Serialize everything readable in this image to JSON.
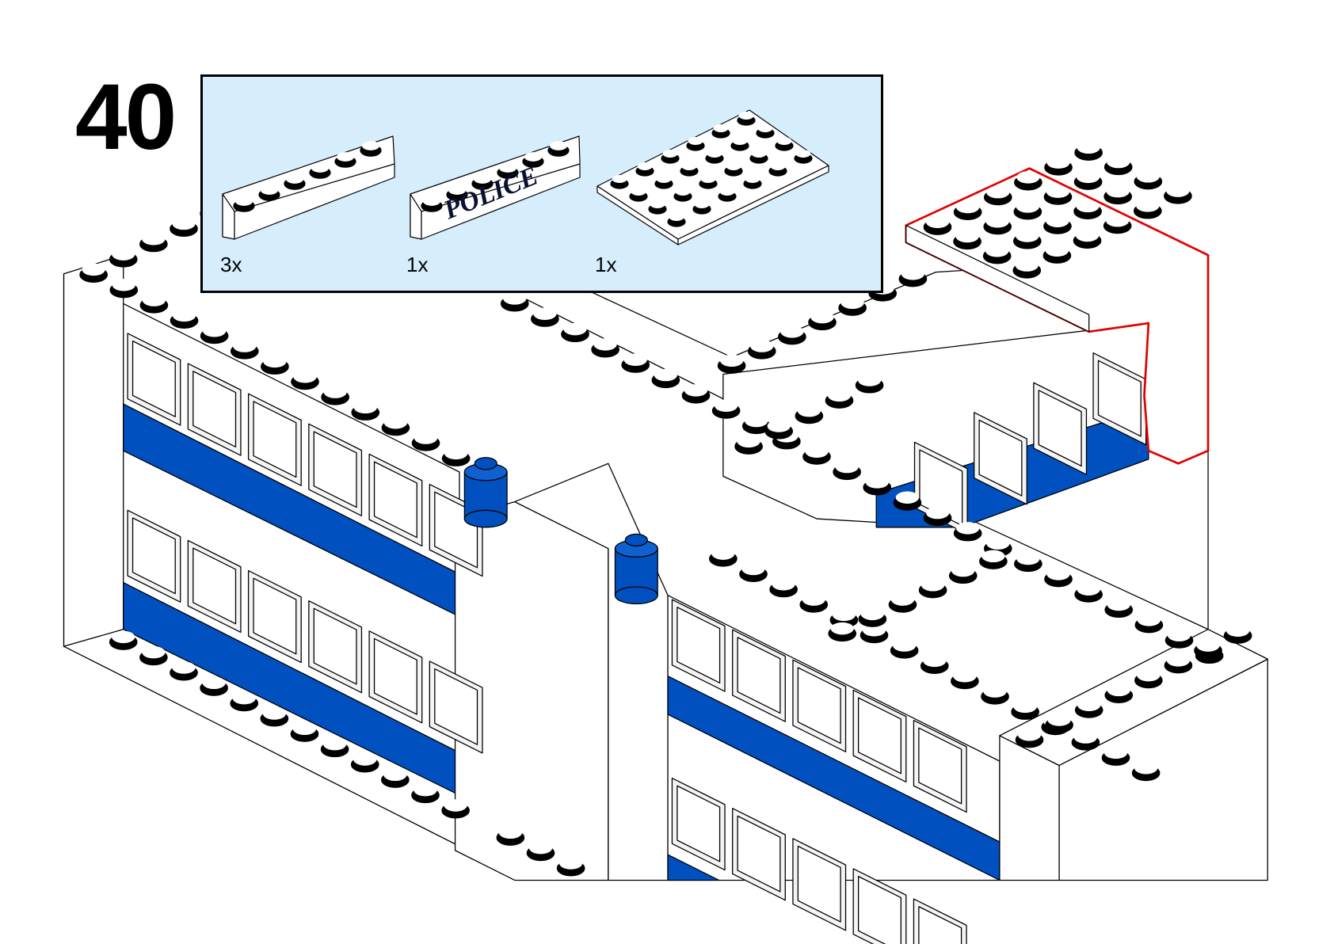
{
  "step": {
    "number": "40"
  },
  "parts_list": {
    "items": [
      {
        "name": "brick-1x6-white",
        "count": "3x"
      },
      {
        "name": "brick-1x6-white-police-print",
        "count": "1x",
        "print": "POLICE"
      },
      {
        "name": "plate-4x6-white",
        "count": "1x"
      }
    ]
  },
  "colors": {
    "blue": "#0050c0",
    "highlight": "#e00000",
    "parts_bg": "#d6edfc",
    "window": "#f4f4f4"
  }
}
